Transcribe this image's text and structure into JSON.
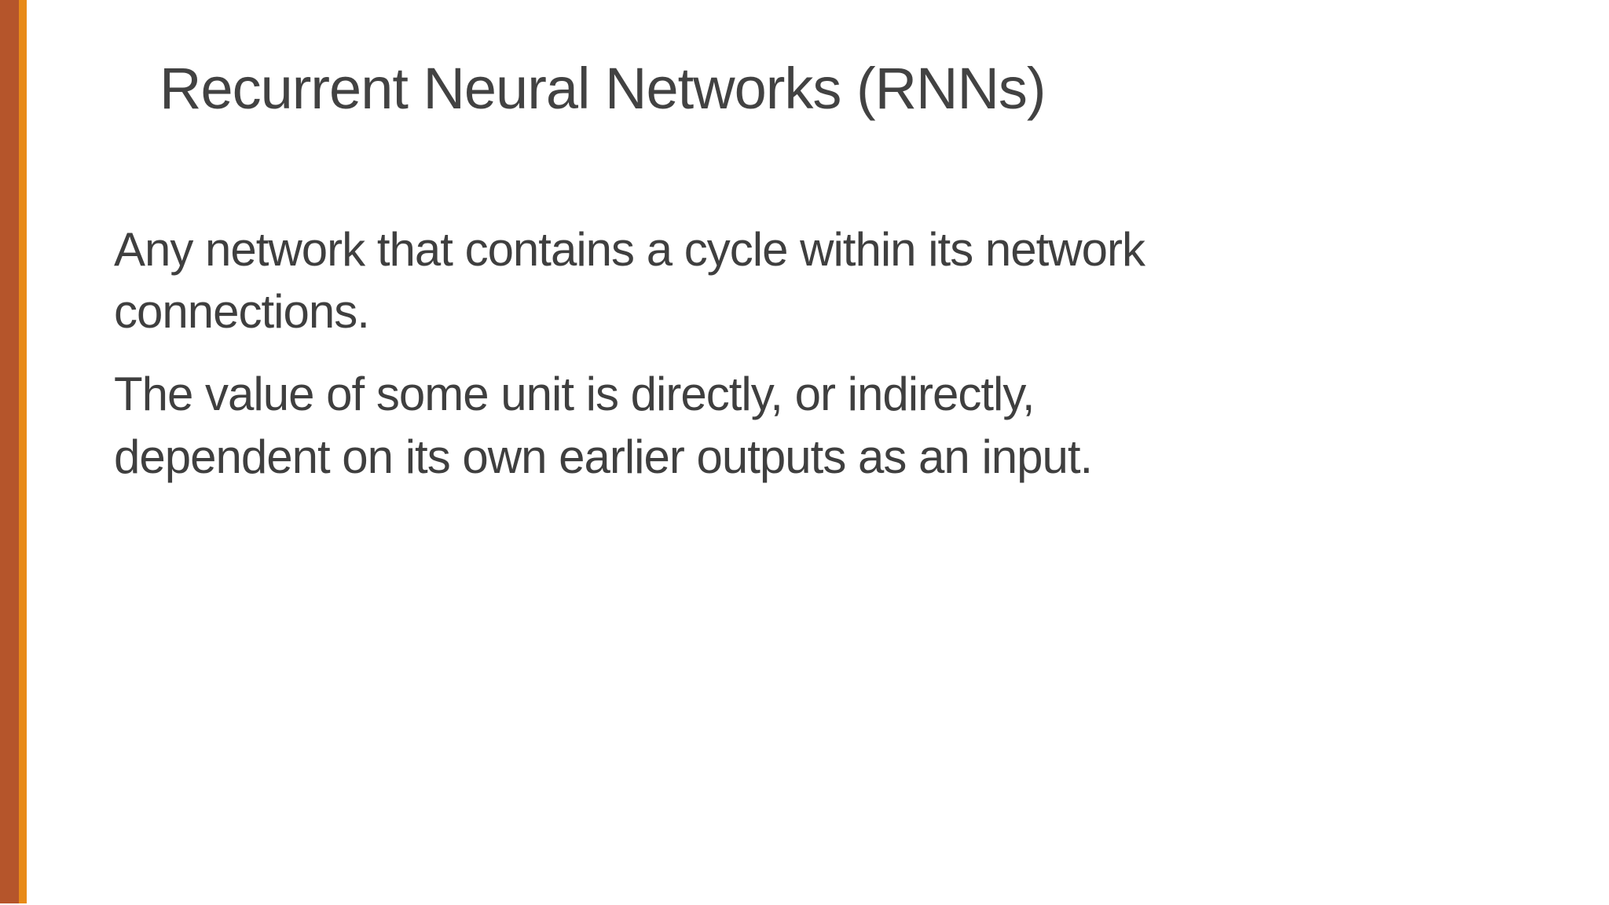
{
  "slide": {
    "title": "Recurrent Neural Networks (RNNs)",
    "paragraphs": {
      "p1": "Any network that contains a cycle within its network\nconnections.",
      "p2": "The value of some unit is directly, or indirectly,\ndependent on its own earlier outputs as an input."
    },
    "colors": {
      "accent_bar_dark": "#B5552B",
      "accent_bar_light": "#E88A18",
      "title_text": "#424242",
      "body_text": "#3F3F3F",
      "background": "#FFFFFF"
    }
  }
}
